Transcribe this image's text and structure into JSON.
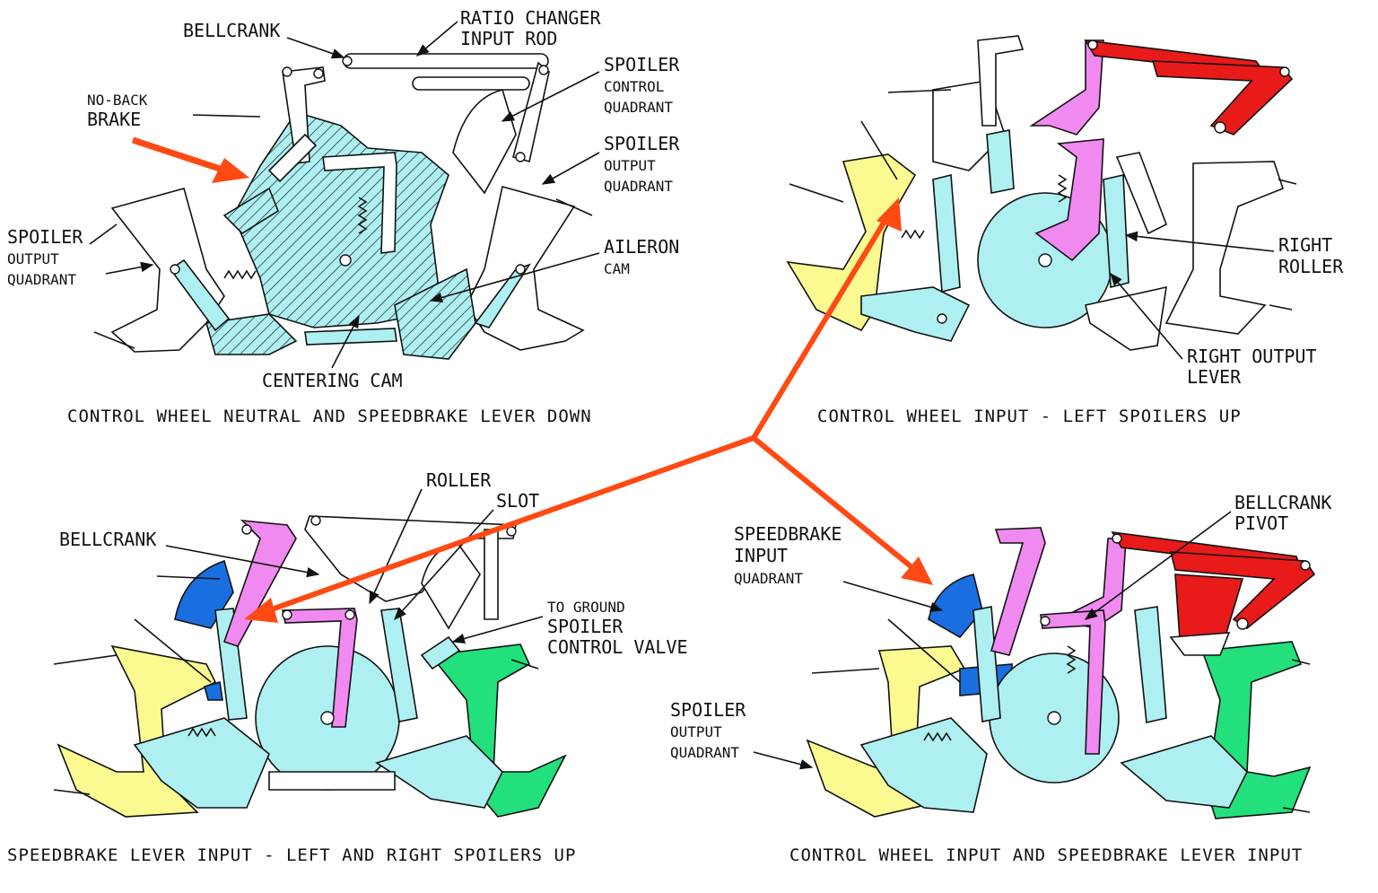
{
  "colors": {
    "cyan": "#aef0f2",
    "pink": "#f08af0",
    "red": "#e81a1a",
    "yellow": "#fafa90",
    "green": "#22e07c",
    "blue": "#1a6fe0",
    "arrow": "#ff4a14"
  },
  "panels": {
    "top_left": {
      "caption": "CONTROL WHEEL NEUTRAL AND SPEEDBRAKE LEVER DOWN",
      "labels": {
        "bellcrank": "BELLCRANK",
        "ratio_changer_1": "RATIO CHANGER",
        "ratio_changer_2": "INPUT ROD",
        "no_back_1": "NO-BACK",
        "no_back_2": "BRAKE",
        "spoiler_control_1": "SPOILER",
        "spoiler_control_2": "CONTROL",
        "spoiler_control_3": "QUADRANT",
        "spoiler_output_r_1": "SPOILER",
        "spoiler_output_r_2": "OUTPUT",
        "spoiler_output_r_3": "QUADRANT",
        "spoiler_output_l_1": "SPOILER",
        "spoiler_output_l_2": "OUTPUT",
        "spoiler_output_l_3": "QUADRANT",
        "aileron_1": "AILERON",
        "aileron_2": "CAM",
        "centering_cam": "CENTERING CAM"
      }
    },
    "top_right": {
      "caption": "CONTROL WHEEL INPUT - LEFT SPOILERS UP",
      "labels": {
        "right_roller_1": "RIGHT",
        "right_roller_2": "ROLLER",
        "right_output_1": "RIGHT OUTPUT",
        "right_output_2": "LEVER"
      }
    },
    "bottom_left": {
      "caption": "SPEEDBRAKE LEVER INPUT - LEFT AND RIGHT SPOILERS UP",
      "labels": {
        "roller": "ROLLER",
        "slot": "SLOT",
        "bellcrank": "BELLCRANK",
        "to_ground": "TO GROUND",
        "spoiler_control_valve_1": "SPOILER",
        "spoiler_control_valve_2": "CONTROL VALVE"
      }
    },
    "bottom_right": {
      "caption": "CONTROL WHEEL INPUT AND SPEEDBRAKE LEVER INPUT",
      "labels": {
        "speedbrake_1": "SPEEDBRAKE",
        "speedbrake_2": "INPUT",
        "speedbrake_3": "QUADRANT",
        "bellcrank_pivot_1": "BELLCRANK",
        "bellcrank_pivot_2": "PIVOT",
        "spoiler_output_1": "SPOILER",
        "spoiler_output_2": "OUTPUT",
        "spoiler_output_3": "QUADRANT"
      }
    }
  }
}
